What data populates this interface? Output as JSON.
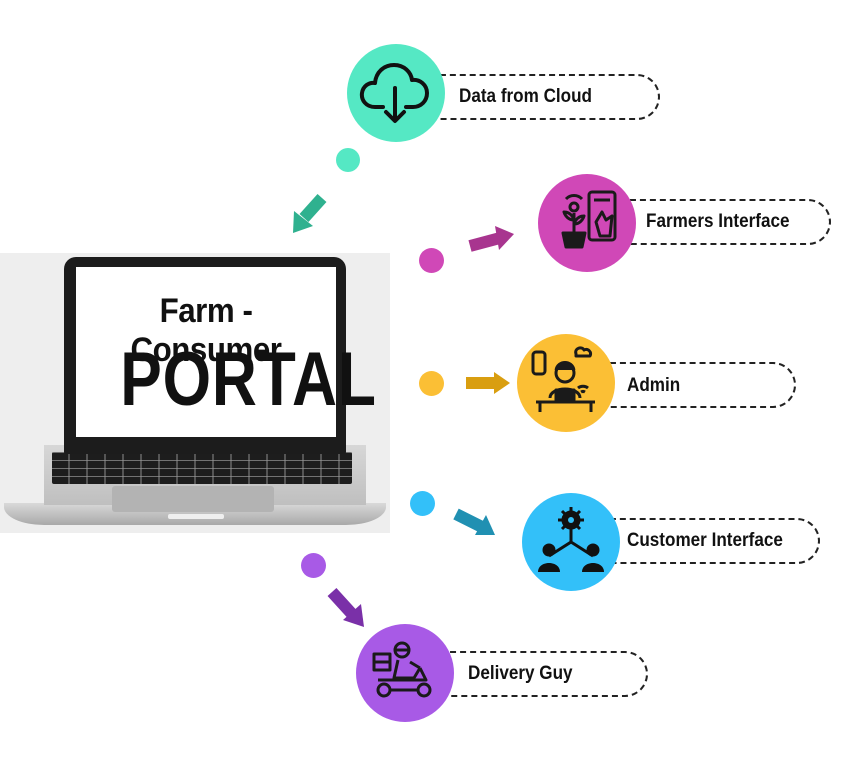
{
  "screen": {
    "line1": "Farm -Consumer",
    "line2": "PORTAL"
  },
  "nodes": [
    {
      "id": "cloud",
      "label": "Data from Cloud",
      "color": "#55e8c4",
      "arrow_color": "#2fb18f",
      "icon": "cloud-download-icon"
    },
    {
      "id": "farmers",
      "label": "Farmers Interface",
      "color": "#d048b7",
      "arrow_color": "#a8358f",
      "icon": "smart-farming-icon"
    },
    {
      "id": "admin",
      "label": "Admin",
      "color": "#fbbf35",
      "arrow_color": "#d99e10",
      "icon": "admin-desk-icon"
    },
    {
      "id": "customer",
      "label": "Customer Interface",
      "color": "#33c0f9",
      "arrow_color": "#2090b2",
      "icon": "network-users-icon"
    },
    {
      "id": "delivery",
      "label": "Delivery Guy",
      "color": "#a85ae6",
      "arrow_color": "#7a30a8",
      "icon": "delivery-scooter-icon"
    }
  ]
}
